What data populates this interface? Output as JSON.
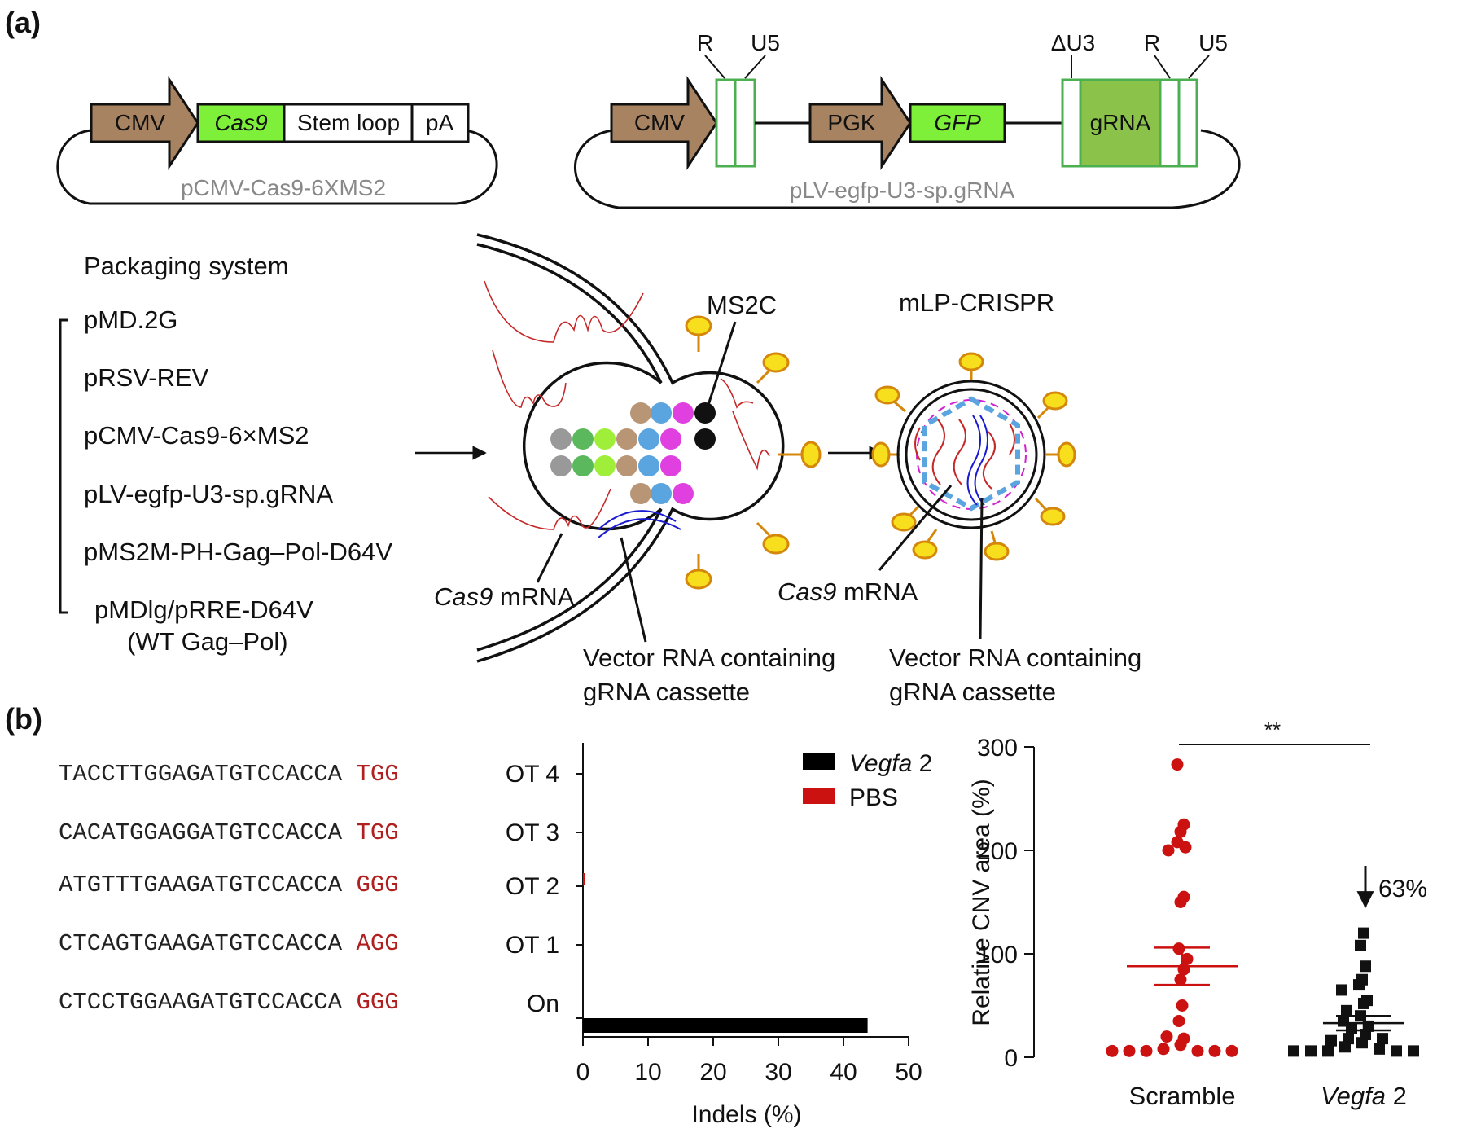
{
  "panel_a": {
    "label": "(a)",
    "plasmid1": {
      "name": "pCMV-Cas9-6XMS2",
      "elements": [
        "CMV",
        "Cas9",
        "Stem loop",
        "pA"
      ]
    },
    "plasmid2": {
      "name": "pLV-egfp-U3-sp.gRNA",
      "elements": [
        "CMV",
        "PGK",
        "GFP",
        "gRNA"
      ],
      "ltr_labels": [
        "R",
        "U5",
        "ΔU3",
        "R",
        "U5"
      ]
    },
    "packaging": {
      "title": "Packaging system",
      "items": [
        "pMD.2G",
        "pRSV-REV",
        "pCMV-Cas9-6×MS2",
        "pLV-egfp-U3-sp.gRNA",
        "pMS2M-PH-Gag–Pol-D64V",
        "pMDlg/pRRE-D64V"
      ],
      "last_note": "(WT Gag–Pol)"
    },
    "labels": {
      "ms2c": "MS2C",
      "particle": "mLP-CRISPR",
      "cas9_italic": "Cas9",
      "mrna": " mRNA",
      "vector_line1": "Vector RNA containing",
      "vector_line2": "gRNA cassette"
    }
  },
  "panel_b": {
    "label": "(b)",
    "sequences": [
      {
        "seq": "TACCTTGGAGATGTCCACCA",
        "pam": "TGG",
        "target": "OT 4"
      },
      {
        "seq": "CACATGGAGGATGTCCACCA",
        "pam": "TGG",
        "target": "OT 3"
      },
      {
        "seq": "ATGTTTGAAGATGTCCACCA",
        "pam": "GGG",
        "target": "OT 2"
      },
      {
        "seq": "CTCAGTGAAGATGTCCACCA",
        "pam": "AGG",
        "target": "OT 1"
      },
      {
        "seq": "CTCCTGGAAGATGTCCACCA",
        "pam": "GGG",
        "target": "On"
      }
    ]
  },
  "chart_data": [
    {
      "type": "bar",
      "orientation": "horizontal",
      "categories": [
        "OT 4",
        "OT 3",
        "OT 2",
        "OT 1",
        "On"
      ],
      "series": [
        {
          "name": "Vegfa 2",
          "color": "#000000",
          "values": [
            0,
            0,
            0,
            0,
            43.7
          ]
        },
        {
          "name": "PBS",
          "color": "#cc1111",
          "values": [
            0,
            0,
            0.3,
            0,
            0
          ]
        }
      ],
      "legend": [
        {
          "name_italic": "Vegfa",
          "name_rest": " 2",
          "color": "#000000"
        },
        {
          "name_italic": "",
          "name_rest": "PBS",
          "color": "#cc1111"
        }
      ],
      "xlabel": "Indels (%)",
      "xlim": [
        0,
        50
      ],
      "xticks": [
        "0",
        "10",
        "20",
        "30",
        "40",
        "50"
      ],
      "legend_position": "top-right"
    },
    {
      "type": "scatter",
      "ylabel": "Relative CNV area (%)",
      "ylim": [
        0,
        300
      ],
      "yticks": [
        "0",
        "100",
        "200",
        "300"
      ],
      "groups": [
        {
          "name": "Scramble",
          "color": "#cc1111",
          "marker": "circle",
          "mean": 88,
          "sem_upper": 106,
          "sem_lower": 70,
          "values": [
            283,
            225,
            218,
            208,
            203,
            200,
            155,
            150,
            105,
            95,
            85,
            75,
            50,
            35,
            18,
            20,
            12,
            8,
            6,
            6,
            6,
            6,
            6,
            6
          ]
        },
        {
          "name_italic": "Vegfa",
          "name_rest": " 2",
          "color": "#111111",
          "marker": "square",
          "mean": 33,
          "sem_upper": 40,
          "sem_lower": 26,
          "values": [
            120,
            108,
            88,
            75,
            70,
            65,
            55,
            52,
            45,
            40,
            35,
            30,
            28,
            22,
            18,
            18,
            16,
            14,
            10,
            8,
            6,
            6,
            6,
            6,
            6
          ]
        }
      ],
      "significance": "**",
      "annotation": "63%"
    }
  ]
}
